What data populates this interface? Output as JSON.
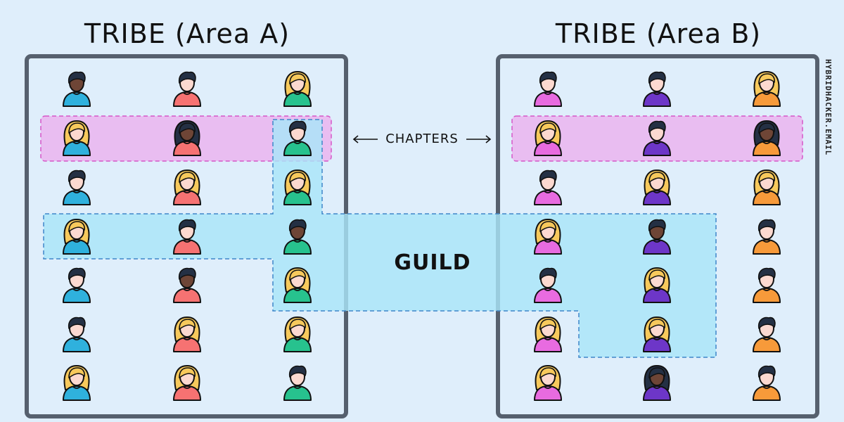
{
  "tribes": [
    {
      "title": "TRIBE (Area A)"
    },
    {
      "title": "TRIBE (Area B)"
    }
  ],
  "labels": {
    "chapters": "CHAPTERS",
    "guild": "GUILD",
    "watermark": "HYBRIDHACKER.EMAIL"
  },
  "colors": {
    "background": "#dfeefb",
    "frame": "#56606e",
    "chapter_fill": "#e9bdf1",
    "chapter_border": "#d657c8",
    "guild_fill": "#a9e5f8",
    "guild_border": "#3f86c9",
    "skin_light": "#fcd9d0",
    "skin_dark": "#6e4536",
    "hair_dark": "#243044",
    "hair_blonde": "#f7c95c"
  },
  "grid": {
    "tribe_a": {
      "columns": [
        {
          "shirt": "#2fb1dd",
          "people": [
            "male-dark",
            "female-blonde",
            "male",
            "female-blonde",
            "male",
            "male",
            "female-blonde"
          ]
        },
        {
          "shirt": "#f67272",
          "people": [
            "male",
            "female-darkskin",
            "female-blonde",
            "male",
            "male-dark",
            "female-blonde",
            "female-blonde"
          ]
        },
        {
          "shirt": "#27c28e",
          "people": [
            "female-blonde",
            "male",
            "female-blonde",
            "male-dark",
            "female-blonde",
            "female-blonde",
            "male"
          ]
        }
      ]
    },
    "tribe_b": {
      "columns": [
        {
          "shirt": "#e86be0",
          "people": [
            "male",
            "female-blonde",
            "male",
            "female-blonde",
            "male",
            "female-blonde",
            "female-blonde"
          ]
        },
        {
          "shirt": "#6d36c8",
          "people": [
            "male",
            "male",
            "female-blonde",
            "male-dark",
            "female-blonde",
            "female-blonde",
            "female-darkskin"
          ]
        },
        {
          "shirt": "#f79a3a",
          "people": [
            "female-blonde",
            "female-darkskin",
            "female-blonde",
            "male",
            "male",
            "male",
            "male"
          ]
        }
      ]
    }
  }
}
